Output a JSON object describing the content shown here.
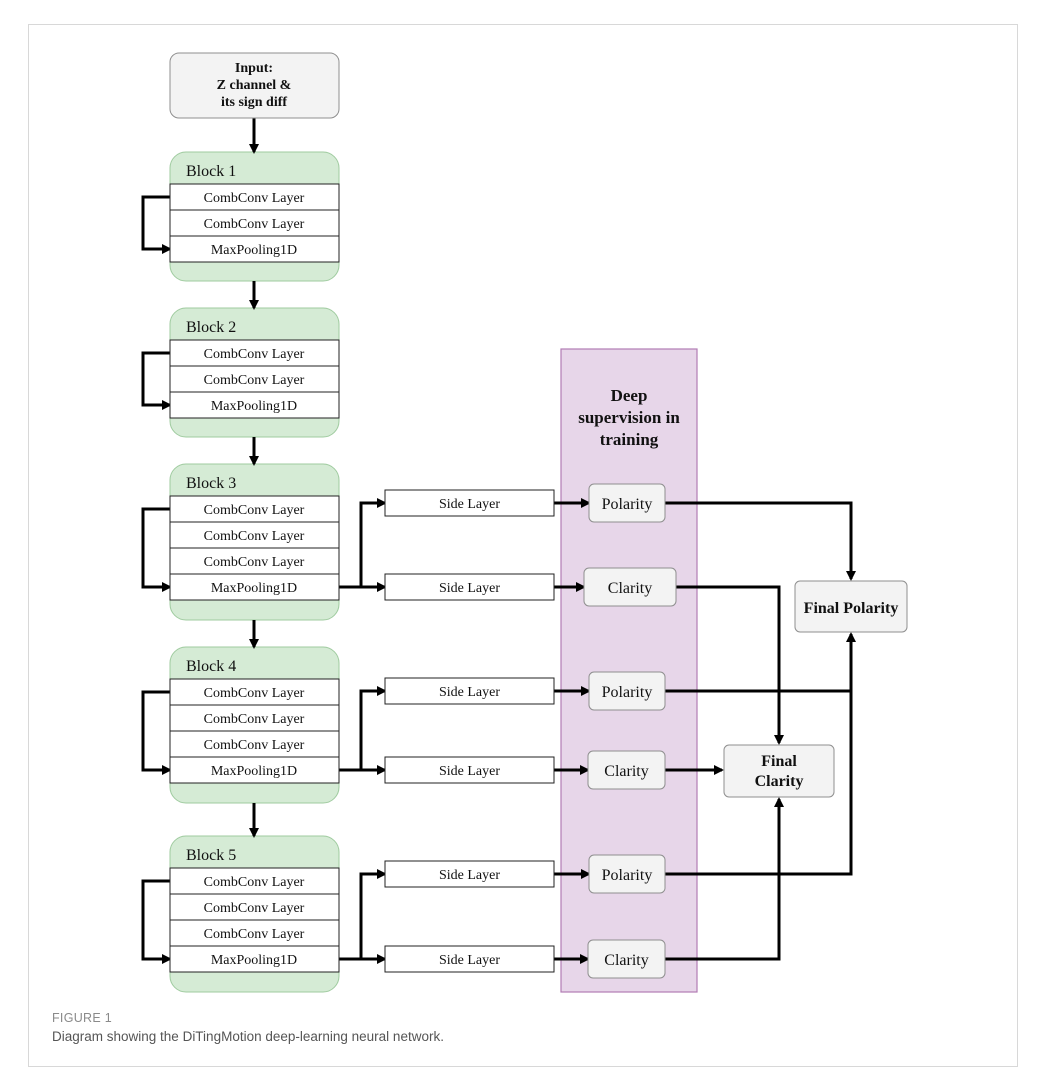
{
  "input_box": {
    "lines": [
      "Input:",
      "Z channel &",
      "its sign diff"
    ]
  },
  "blocks": [
    {
      "title": "Block 1",
      "layers": [
        "CombConv Layer",
        "CombConv Layer",
        "MaxPooling1D"
      ]
    },
    {
      "title": "Block 2",
      "layers": [
        "CombConv Layer",
        "CombConv Layer",
        "MaxPooling1D"
      ]
    },
    {
      "title": "Block 3",
      "layers": [
        "CombConv Layer",
        "CombConv Layer",
        "CombConv Layer",
        "MaxPooling1D"
      ]
    },
    {
      "title": "Block 4",
      "layers": [
        "CombConv Layer",
        "CombConv Layer",
        "CombConv Layer",
        "MaxPooling1D"
      ]
    },
    {
      "title": "Block 5",
      "layers": [
        "CombConv Layer",
        "CombConv Layer",
        "CombConv Layer",
        "MaxPooling1D"
      ]
    }
  ],
  "side_layer_label": "Side Layer",
  "supervision": {
    "title_lines": [
      "Deep",
      "supervision in",
      "training"
    ],
    "polarity_label": "Polarity",
    "clarity_label": "Clarity"
  },
  "final_polarity": "Final Polarity",
  "final_clarity_lines": [
    "Final",
    "Clarity"
  ],
  "figure": {
    "label": "FIGURE 1",
    "caption": "Diagram showing the DiTingMotion deep-learning neural network."
  },
  "colors": {
    "block_fill": "#d5ebd5",
    "block_border": "#9fcb9f",
    "supervision_fill": "#e7d6e9",
    "supervision_border": "#b27cb4",
    "box_fill": "#f3f3f3",
    "box_border": "#8f8f8f"
  }
}
